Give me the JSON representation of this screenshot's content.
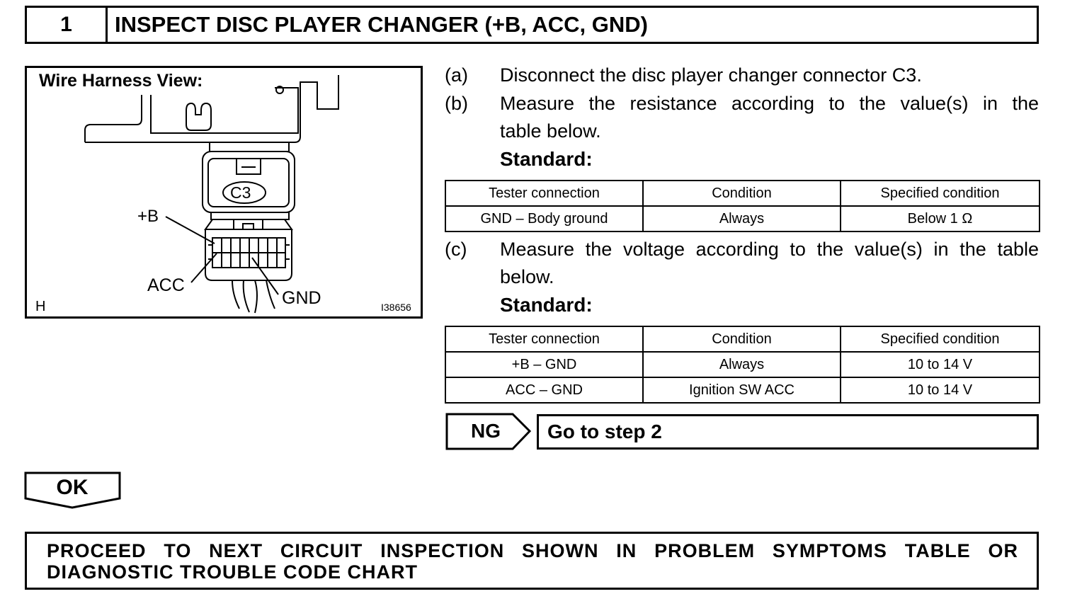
{
  "step": {
    "number": "1",
    "title": "INSPECT DISC PLAYER CHANGER (+B, ACC, GND)"
  },
  "figure": {
    "heading": "Wire Harness View:",
    "connector_id": "C3",
    "pin_plus_b": "+B",
    "pin_acc": "ACC",
    "pin_gnd": "GND",
    "corner_letter": "H",
    "figure_code": "I38656"
  },
  "instructions": {
    "a_letter": "(a)",
    "a_text": "Disconnect the disc player changer connector C3.",
    "b_letter": "(b)",
    "b_text_line1": "Measure the resistance according to the value(s) in the",
    "b_text_line2": "table below.",
    "b_standard": "Standard:",
    "c_letter": "(c)",
    "c_text_line1": "Measure the voltage according to the value(s) in the table",
    "c_text_line2": "below.",
    "c_standard": "Standard:"
  },
  "resistance_table": {
    "headers": [
      "Tester connection",
      "Condition",
      "Specified condition"
    ],
    "rows": [
      [
        "GND – Body ground",
        "Always",
        "Below 1 Ω"
      ]
    ]
  },
  "voltage_table": {
    "headers": [
      "Tester connection",
      "Condition",
      "Specified condition"
    ],
    "rows": [
      [
        "+B – GND",
        "Always",
        "10 to 14 V"
      ],
      [
        "ACC – GND",
        "Ignition SW ACC",
        "10 to 14 V"
      ]
    ]
  },
  "ng": {
    "label": "NG",
    "action": "Go to step 2"
  },
  "ok": {
    "label": "OK"
  },
  "proceed": {
    "line1": "PROCEED TO NEXT CIRCUIT INSPECTION SHOWN IN PROBLEM SYMPTOMS TABLE OR",
    "line2": "DIAGNOSTIC TROUBLE CODE CHART"
  }
}
